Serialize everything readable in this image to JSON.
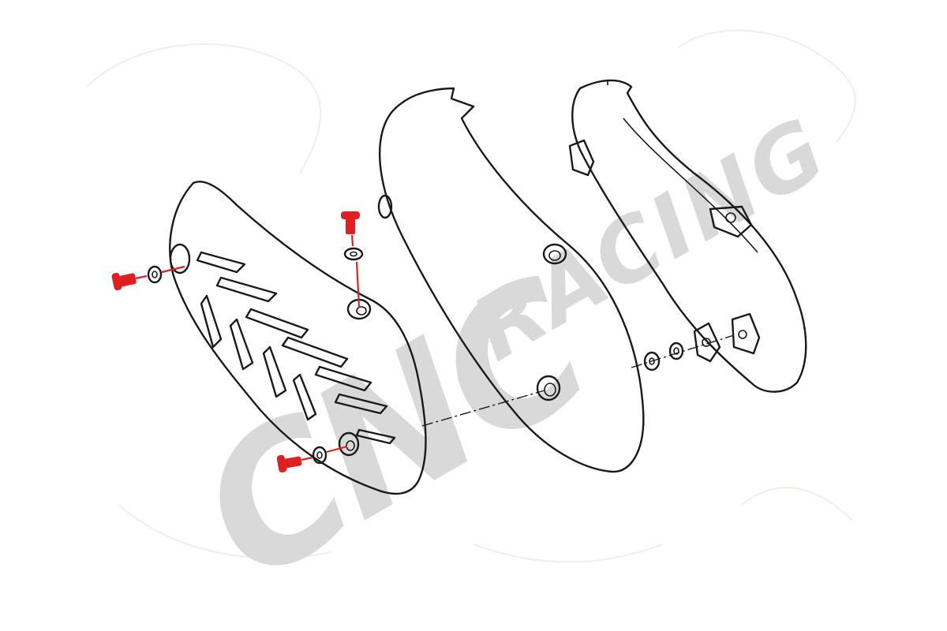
{
  "watermark": {
    "brand_main": "CNC",
    "brand_sub": "RACING"
  },
  "colors": {
    "screw_red": "#e02020",
    "outline": "#1a1a1a",
    "watermark_grey": "#d9d9d9",
    "background": "#ffffff"
  },
  "parts": [
    "outer-heat-shield-cover",
    "middle-heat-shield",
    "inner-heat-shield-bracket",
    "screw-left",
    "screw-top",
    "screw-bottom",
    "washers",
    "clip-nut"
  ]
}
